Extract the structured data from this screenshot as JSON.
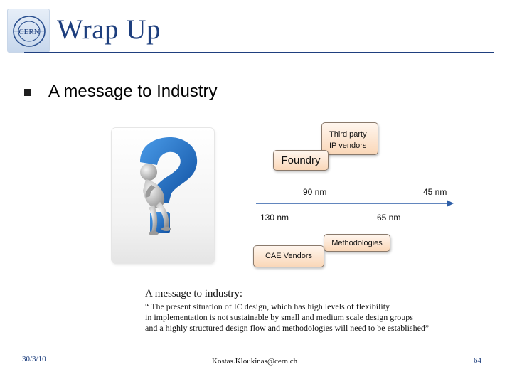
{
  "header": {
    "logo_text": "CERN",
    "title": "Wrap Up"
  },
  "bullet": {
    "text": "A message to Industry"
  },
  "diagram": {
    "boxes": {
      "third_party_line1": "Third party",
      "third_party_line2": "IP vendors",
      "foundry": "Foundry",
      "methodologies": "Methodologies",
      "cae_vendors": "CAE Vendors"
    },
    "timeline": {
      "label_90": "90 nm",
      "label_45": "45 nm",
      "label_130": "130 nm",
      "label_65": "65 nm"
    }
  },
  "quote": {
    "heading": "A message to industry:",
    "lines": [
      "“ The present situation of IC design, which has high levels of flexibility",
      "in implementation is not sustainable by small and medium scale design groups",
      "and a highly structured design flow and methodologies will need to be established”"
    ]
  },
  "footer": {
    "date": "30/3/10",
    "email": "Kostas.Kloukinas@cern.ch",
    "page": "64"
  },
  "colors": {
    "title_blue": "#1e3f7e",
    "box_fill": "#fad7b8",
    "arrow_blue": "#2e5fa8",
    "question_mark_blue": "#1f6fc8"
  }
}
